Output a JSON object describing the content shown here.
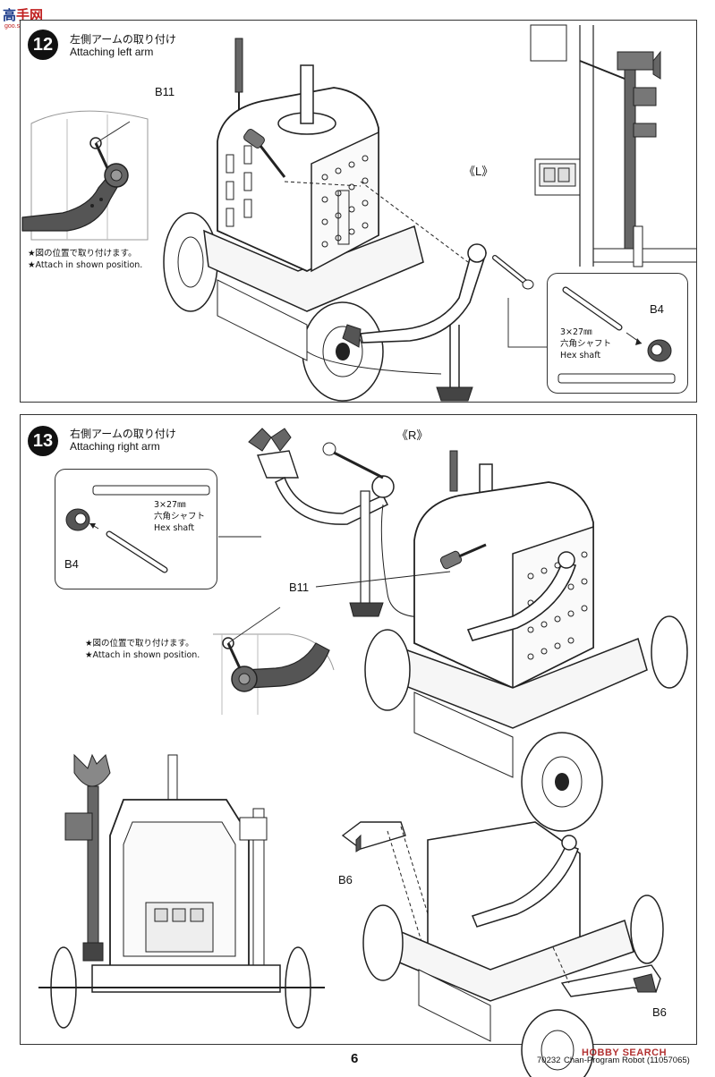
{
  "watermark_top": {
    "chars_a": "高",
    "chars_b": "手网",
    "url": "goo.shou.com"
  },
  "step12": {
    "number": "12",
    "title_jp": "左側アームの取り付け",
    "title_en": "Attaching left arm",
    "label_part": "B11",
    "label_side": "《L》",
    "note_jp": "★図の位置で取り付けます。",
    "note_en": "★Attach in shown position.",
    "callout": {
      "part": "B4",
      "shaft_size": "3×27㎜",
      "shaft_jp": "六角シャフト",
      "shaft_en": "Hex shaft"
    }
  },
  "step13": {
    "number": "13",
    "title_jp": "右側アームの取り付け",
    "title_en": "Attaching right arm",
    "label_part": "B11",
    "label_side": "《R》",
    "note_jp": "★図の位置で取り付けます。",
    "note_en": "★Attach in shown position.",
    "callout": {
      "part": "B4",
      "shaft_size": "3×27㎜",
      "shaft_jp": "六角シャフト",
      "shaft_en": "Hex shaft"
    },
    "label_b6_left": "B6",
    "label_b6_right": "B6"
  },
  "footer": {
    "page": "6",
    "code": "70232",
    "title": "Chan-Program Robot (11057065)",
    "watermark": "HOBBY SEARCH"
  }
}
